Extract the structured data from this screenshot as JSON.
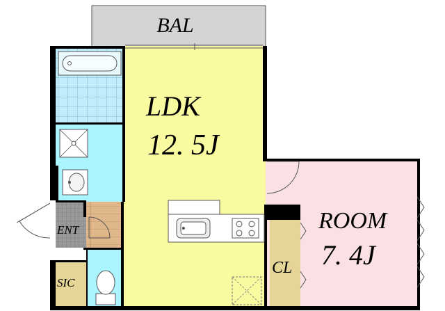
{
  "rooms": {
    "balcony": {
      "label": "BAL",
      "color": "#d4d4d4"
    },
    "ldk": {
      "label": "LDK",
      "size": "12. 5J",
      "color": "#fafaa0"
    },
    "room": {
      "label": "ROOM",
      "size": "7. 4J",
      "color": "#fbe1e3"
    },
    "closet": {
      "label": "CL",
      "color": "#e5d596"
    },
    "entrance": {
      "label": "ENT",
      "color": "#9a9a9a"
    },
    "shoe_closet": {
      "label": "SIC",
      "color": "#e5d596"
    },
    "bath": {
      "color": "#bfeefa"
    },
    "washroom": {
      "color": "#aaf5ff"
    },
    "toilet": {
      "color": "#aaf5ff"
    },
    "hall": {
      "color": "#e0b78b"
    }
  },
  "icons": [
    "bathtub-icon",
    "washing-machine-pan-icon",
    "wash-basin-icon",
    "kitchen-sink-icon",
    "stove-icon",
    "refrigerator-space-icon",
    "toilet-icon"
  ]
}
